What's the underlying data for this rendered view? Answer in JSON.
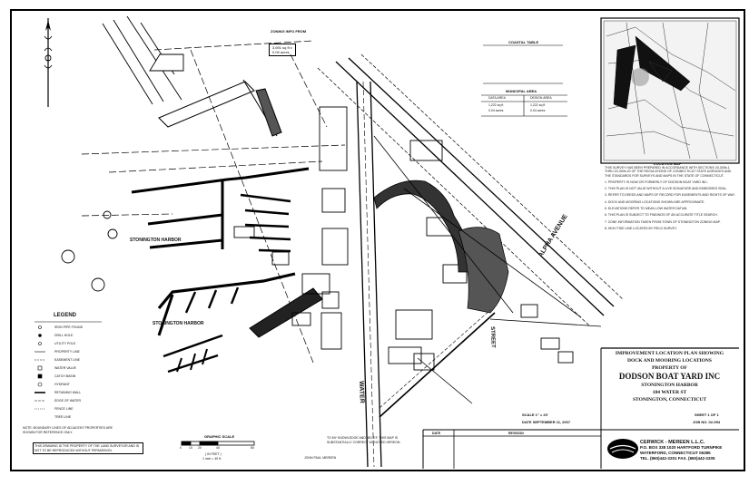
{
  "labels": {
    "harbor_left": "STONINGTON HARBOR",
    "harbor_right": "STONINGTON HARBOR",
    "water_st": "WATER",
    "harbor_left_split": [
      "STONINGTON",
      "HARBOR"
    ],
    "alpha_avenue": "ALPHA AVENUE",
    "street_vertical": "STREET"
  },
  "top_notes": {
    "zoning_head": "ZONING INFO FROM",
    "area_box": [
      "3,691 sq ft ±",
      "0.09 acres"
    ],
    "coastal_table_title": "COASTAL TABLE",
    "municipal_title": "MUNICIPAL AREA",
    "municipal_cols": [
      "DATA AREA",
      "DESIGN AREA"
    ],
    "municipal_rows": [
      "1,222 sq ft",
      "1,222 sq ft",
      "0.04 acres",
      "0.04 acres"
    ]
  },
  "location_map": {
    "caption": "LOCATION MAP"
  },
  "legend": {
    "title": "LEGEND",
    "items": [
      "IRON PIPE FOUND",
      "DRILL HOLE",
      "UTILITY POLE",
      "PROPERTY LINE",
      "EASEMENT LINE",
      "WATER VALVE",
      "CATCH BASIN",
      "HYDRANT",
      "RETAINING WALL",
      "EDGE OF WATER",
      "FENCE LINE",
      "TREE LINE"
    ]
  },
  "scale": {
    "title": "GRAPHIC SCALE",
    "ticks": [
      "0",
      "10",
      "20",
      "40",
      "80"
    ],
    "units": [
      "( IN FEET )",
      "1 inch = 40 ft."
    ]
  },
  "title_block": {
    "line1": "IMPROVEMENT LOCATION PLAN SHOWING",
    "line2": "DOCK AND MOORING LOCATIONS",
    "line3": "PROPERTY OF",
    "line4": "DODSON BOAT YARD INC",
    "line5": "STONINGTON HARBOR",
    "line6": "184 WATER ST",
    "line7": "STONINGTON, CONNECTICUT",
    "scale_line": "SCALE 1\" = 20'",
    "date_line": "DATE SEPTEMBER 11, 2007",
    "sheet_line": "SHEET 1 OF 1",
    "job_line": "JOB NO. 02-054"
  },
  "revisions": {
    "date_header": "DATE",
    "revision_header": "REVISION"
  },
  "firm": {
    "name": "CERWICK - MEREEN L.L.C.",
    "address1": "P.O. BOX 338   1020 HARTFORD TURNPIKE",
    "address2": "WATERFORD, CONNECTICUT 06385",
    "phone": "TEL. (860)442-2201  FAX. (860)442-2205"
  },
  "notes": [
    "THIS SURVEY HAS BEEN PREPARED IN ACCORDANCE WITH SECTIONS 20-300b-1 THRU 20-300b-20 OF THE REGULATIONS OF CONNECTICUT STATE AGENCIES AND THE STANDARDS FOR SURVEYS AND MAPS IN THE STATE OF CONNECTICUT.",
    "1. PROPERTY IS NOW OR FORMERLY OF DODSON BOAT YARD INC.",
    "2. THIS PLAN IS NOT VALID WITHOUT A LIVE SIGNATURE AND EMBOSSED SEAL.",
    "3. REFER TO DEEDS AND MAPS OF RECORD FOR EASEMENTS AND RIGHTS OF WAY.",
    "4. DOCK AND MOORING LOCATIONS SHOWN ARE APPROXIMATE.",
    "5. ELEVATIONS REFER TO MEAN LOW WATER DATUM.",
    "6. THIS PLAN IS SUBJECT TO FINDINGS OF AN ACCURATE TITLE SEARCH.",
    "7. ZONE INFORMATION TAKEN FROM TOWN OF STONINGTON ZONING MAP.",
    "8. HIGH TIDE LINE LOCATED BY FIELD SURVEY."
  ],
  "bottom_notes": {
    "ownership": "THIS DRAWING IS THE PROPERTY OF THE LAND SURVEYOR AND IS NOT TO BE REPRODUCED WITHOUT PERMISSION.",
    "lower_note": "NOTE: BOUNDARY LINES OF ADJACENT PROPERTIES ARE SHOWN FOR REFERENCE ONLY.",
    "mid_note": "TO MY KNOWLEDGE AND BELIEF, THIS MAP IS SUBSTANTIALLY CORRECT AS NOTED HEREON.",
    "signature": "JOHN PAUL MEREEN"
  }
}
